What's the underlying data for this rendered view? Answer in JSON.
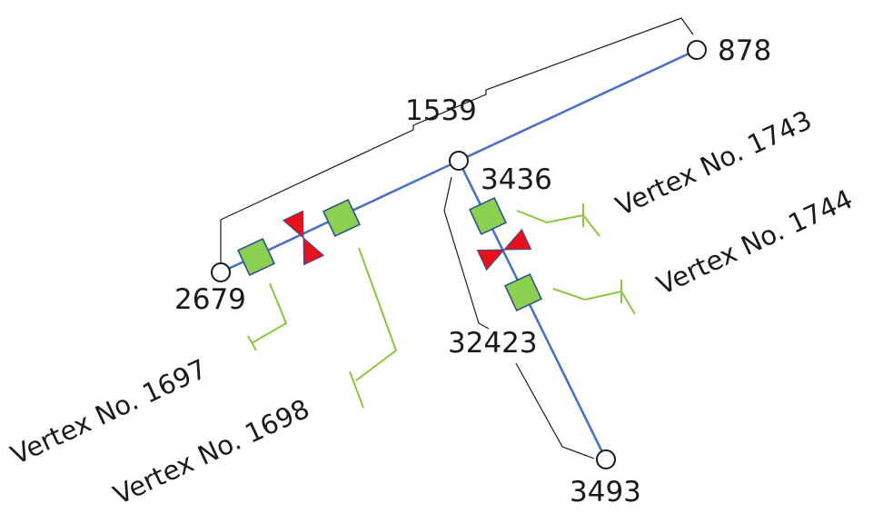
{
  "colors": {
    "pipe": "#4a72c4",
    "valve": "#e8101c",
    "vertex_marker": "#8cd04f",
    "vertex_marker_border": "#2f528f",
    "leader": "#8cc63f",
    "bracket": "#1a1a1a"
  },
  "nodes": {
    "n878": "878",
    "n1539": "1539",
    "n3436": "3436",
    "n2679": "2679",
    "n32423": "32423",
    "n3493": "3493"
  },
  "vertices": {
    "v1743": "Vertex No. 1743",
    "v1744": "Vertex No. 1744",
    "v1697": "Vertex No. 1697",
    "v1698": "Vertex No. 1698"
  }
}
